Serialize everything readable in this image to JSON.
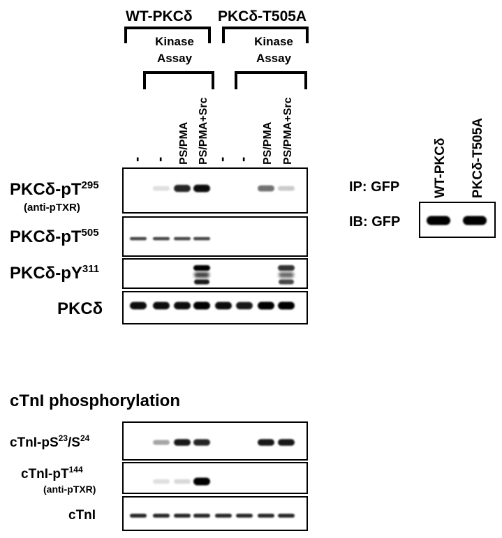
{
  "header": {
    "group_wt": "WT-PKCδ",
    "group_mut": "PKCδ-T505A",
    "kinase_assay_line1": "Kinase",
    "kinase_assay_line2": "Assay"
  },
  "lanes": {
    "labels": [
      "-",
      "-",
      "PS/PMA",
      "PS/PMA+Src",
      "-",
      "-",
      "PS/PMA",
      "PS/PMA+Src"
    ]
  },
  "pkc_blots": [
    {
      "label_main": "PKCδ-pT",
      "label_sup": "295",
      "label_sub": "(anti-pTXR)"
    },
    {
      "label_main": "PKCδ-pT",
      "label_sup": "505"
    },
    {
      "label_main": "PKCδ-pY",
      "label_sup": "311"
    },
    {
      "label_main": "PKCδ"
    }
  ],
  "ip_panel": {
    "lane_labels": [
      "WT-PKCδ",
      "PKCδ-T505A"
    ],
    "ip_label": "IP: GFP",
    "ib_label": "IB: GFP"
  },
  "ctni_section": {
    "title": "cTnI phosphorylation",
    "blots": [
      {
        "label_main": "cTnI-pS",
        "label_sup": "23",
        "label_mid": "/S",
        "label_sup2": "24"
      },
      {
        "label_main": "cTnI-pT",
        "label_sup": "144",
        "label_sub": "(anti-pTXR)"
      },
      {
        "label_main": "cTnI"
      }
    ]
  },
  "bands": {
    "pT295": [
      0,
      0.12,
      0.85,
      0.95,
      0,
      0,
      0.55,
      0.2
    ],
    "pT505": [
      0.75,
      0.75,
      0.75,
      0.75,
      0,
      0,
      0,
      0
    ],
    "pY311": [
      0,
      0,
      0,
      1,
      0,
      0,
      0,
      0.8
    ],
    "PKCd": [
      0.95,
      0.95,
      0.95,
      1,
      0.95,
      0.9,
      1,
      1
    ],
    "ip_gfp": [
      1,
      1
    ],
    "ctni_pS23": [
      0,
      0.35,
      0.9,
      0.85,
      0,
      0,
      0.9,
      0.9
    ],
    "ctni_pT144": [
      0,
      0.12,
      0.15,
      1,
      0,
      0,
      0,
      0
    ],
    "ctni": [
      0.85,
      0.85,
      0.85,
      0.85,
      0.85,
      0.85,
      0.85,
      0.85
    ]
  }
}
